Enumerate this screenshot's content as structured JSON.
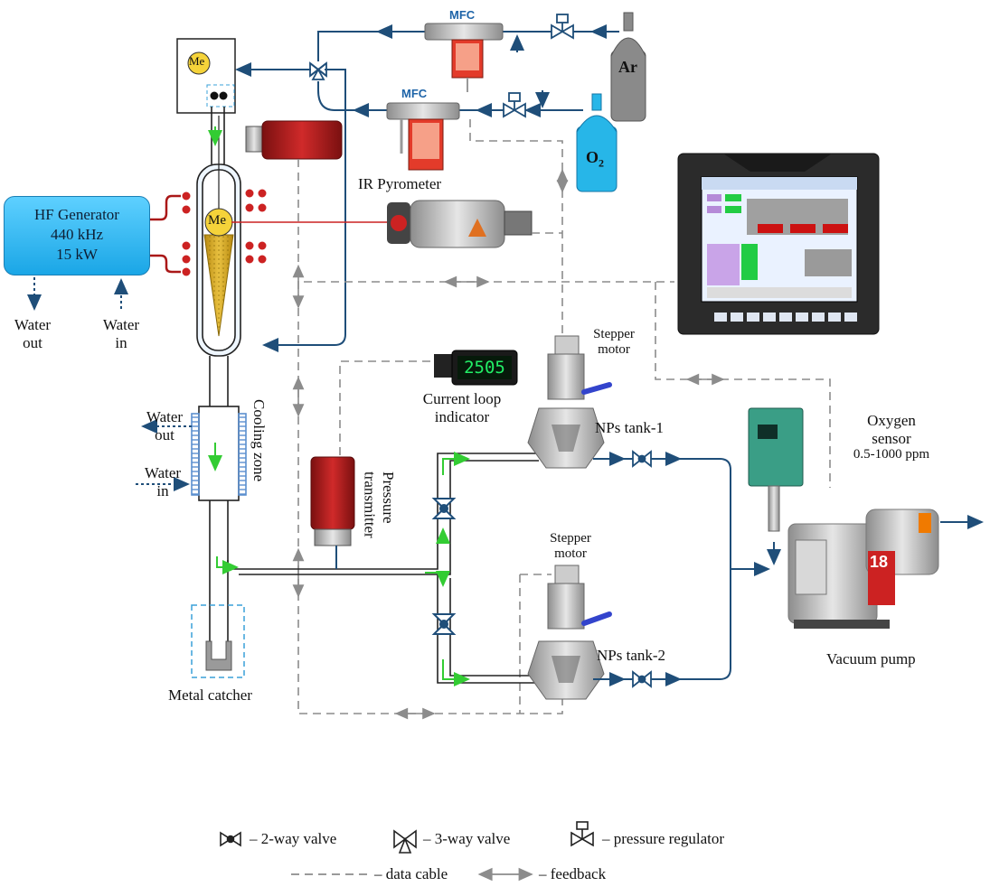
{
  "generator": {
    "line1": "HF Generator",
    "line2": "440 kHz",
    "line3": "15 kW"
  },
  "labels": {
    "water_out_left": "Water",
    "water_out_left2": "out",
    "water_in_left": "Water",
    "water_in_left2": "in",
    "me_top": "Me",
    "me_coil": "Me",
    "mfc_top": "MFC",
    "mfc_bottom": "MFC",
    "ar": "Ar",
    "o2": "O",
    "o2_sub": "2",
    "ir_pyrometer": "IR Pyrometer",
    "stepper1_l1": "Stepper",
    "stepper1_l2": "motor",
    "current_loop_l1": "Current loop",
    "current_loop_l2": "indicator",
    "display_value": "2505",
    "tank1": "NPs tank-1",
    "tank2": "NPs tank-2",
    "stepper2_l1": "Stepper",
    "stepper2_l2": "motor",
    "oxygen_l1": "Oxygen",
    "oxygen_l2": "sensor",
    "oxygen_l3": "0.5-1000 ppm",
    "cooling_zone": "Cooling zone",
    "water_out_cz1": "Water",
    "water_out_cz2": "out",
    "water_in_cz1": "Water",
    "water_in_cz2": "in",
    "pressure_transmitter_l1": "Pressure",
    "pressure_transmitter_l2": "transmitter",
    "metal_catcher": "Metal catcher",
    "vacuum_pump": "Vacuum pump",
    "pump_number": "18"
  },
  "legend": {
    "two_way": "– 2-way valve",
    "three_way": "– 3-way valve",
    "regulator": "– pressure regulator",
    "data_cable": "– data cable",
    "feedback": "–  feedback"
  },
  "colors": {
    "pipe": "#1f4e79",
    "flow_arrow": "#33cc33",
    "data_cable": "#8c8c8c",
    "coil": "#cc2222",
    "generator": "#1aa6e6",
    "o2_cylinder": "#27b6e8",
    "ar_cylinder": "#8a8a8a"
  }
}
